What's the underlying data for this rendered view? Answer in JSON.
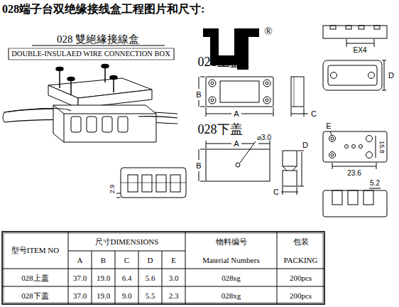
{
  "diagram": {
    "title": "028端子台双绝缘接线盒工程图片和尺寸:",
    "labels": [
      "028 雙絕緣接線盒",
      "DOUBLE-INSULAED WIRE CONNECTION BOX",
      "®",
      "028上盖",
      "028下盖",
      "EX4",
      "D",
      "B",
      "A",
      "C",
      "A",
      "⌀3.0",
      "B",
      "D",
      "C",
      "E",
      "15.8",
      "23.6",
      "5.2",
      "2.9",
      "型号ITEM NO",
      "尺寸DIMENSIONS",
      "A",
      "B",
      "C",
      "D",
      "E",
      "物料编号",
      "Material Numbers",
      "包装",
      "PACKING",
      "028上盖",
      "37.0",
      "19.0",
      "6.4",
      "5.6",
      "3.0",
      "028sg",
      "200pcs",
      "028下盖",
      "37.0",
      "19.0",
      "9.0",
      "5.5",
      "2.3",
      "028xg",
      "200pcs"
    ]
  }
}
